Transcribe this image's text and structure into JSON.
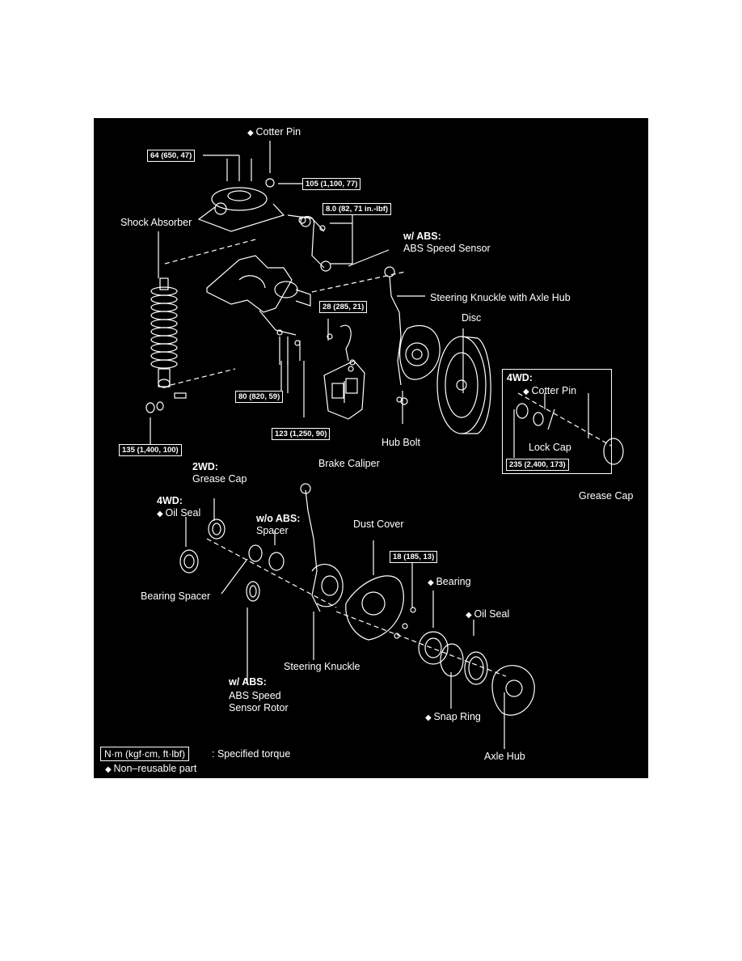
{
  "labels": {
    "cotter_pin_top": "Cotter Pin",
    "shock_absorber": "Shock Absorber",
    "w_abs_1": "w/ ABS:",
    "abs_speed_sensor": "ABS Speed Sensor",
    "steering_knuckle_hub": "Steering Knuckle with Axle Hub",
    "disc": "Disc",
    "wd4_1": "4WD:",
    "cotter_pin_4wd": "Cotter Pin",
    "lock_cap": "Lock Cap",
    "grease_cap_right": "Grease Cap",
    "hub_bolt": "Hub Bolt",
    "brake_caliper": "Brake Caliper",
    "wd2": "2WD:",
    "grease_cap_2wd": "Grease Cap",
    "wd4_2": "4WD:",
    "oil_seal_4wd": "Oil Seal",
    "wo_abs": "w/o ABS:",
    "spacer": "Spacer",
    "dust_cover": "Dust Cover",
    "bearing_spacer": "Bearing Spacer",
    "bearing": "Bearing",
    "oil_seal": "Oil Seal",
    "steering_knuckle": "Steering Knuckle",
    "w_abs_2": "w/ ABS:",
    "abs_speed_sensor_rotor_1": "ABS Speed",
    "abs_speed_sensor_rotor_2": "Sensor Rotor",
    "snap_ring": "Snap Ring",
    "axle_hub": "Axle Hub"
  },
  "torques": {
    "t64": "64 (650, 47)",
    "t105": "105 (1,100, 77)",
    "t8": "8.0 (82, 71 in.-lbf)",
    "t28": "28 (285, 21)",
    "t80": "80 (820, 59)",
    "t123": "123 (1,250, 90)",
    "t135": "135 (1,400, 100)",
    "t235": "235 (2,400, 173)",
    "t18": "18 (185, 13)"
  },
  "legend": {
    "torque_unit": "N·m (kgf·cm, ft·lbf)",
    "torque_desc": ": Specified torque",
    "non_reusable": "Non–reusable part"
  }
}
